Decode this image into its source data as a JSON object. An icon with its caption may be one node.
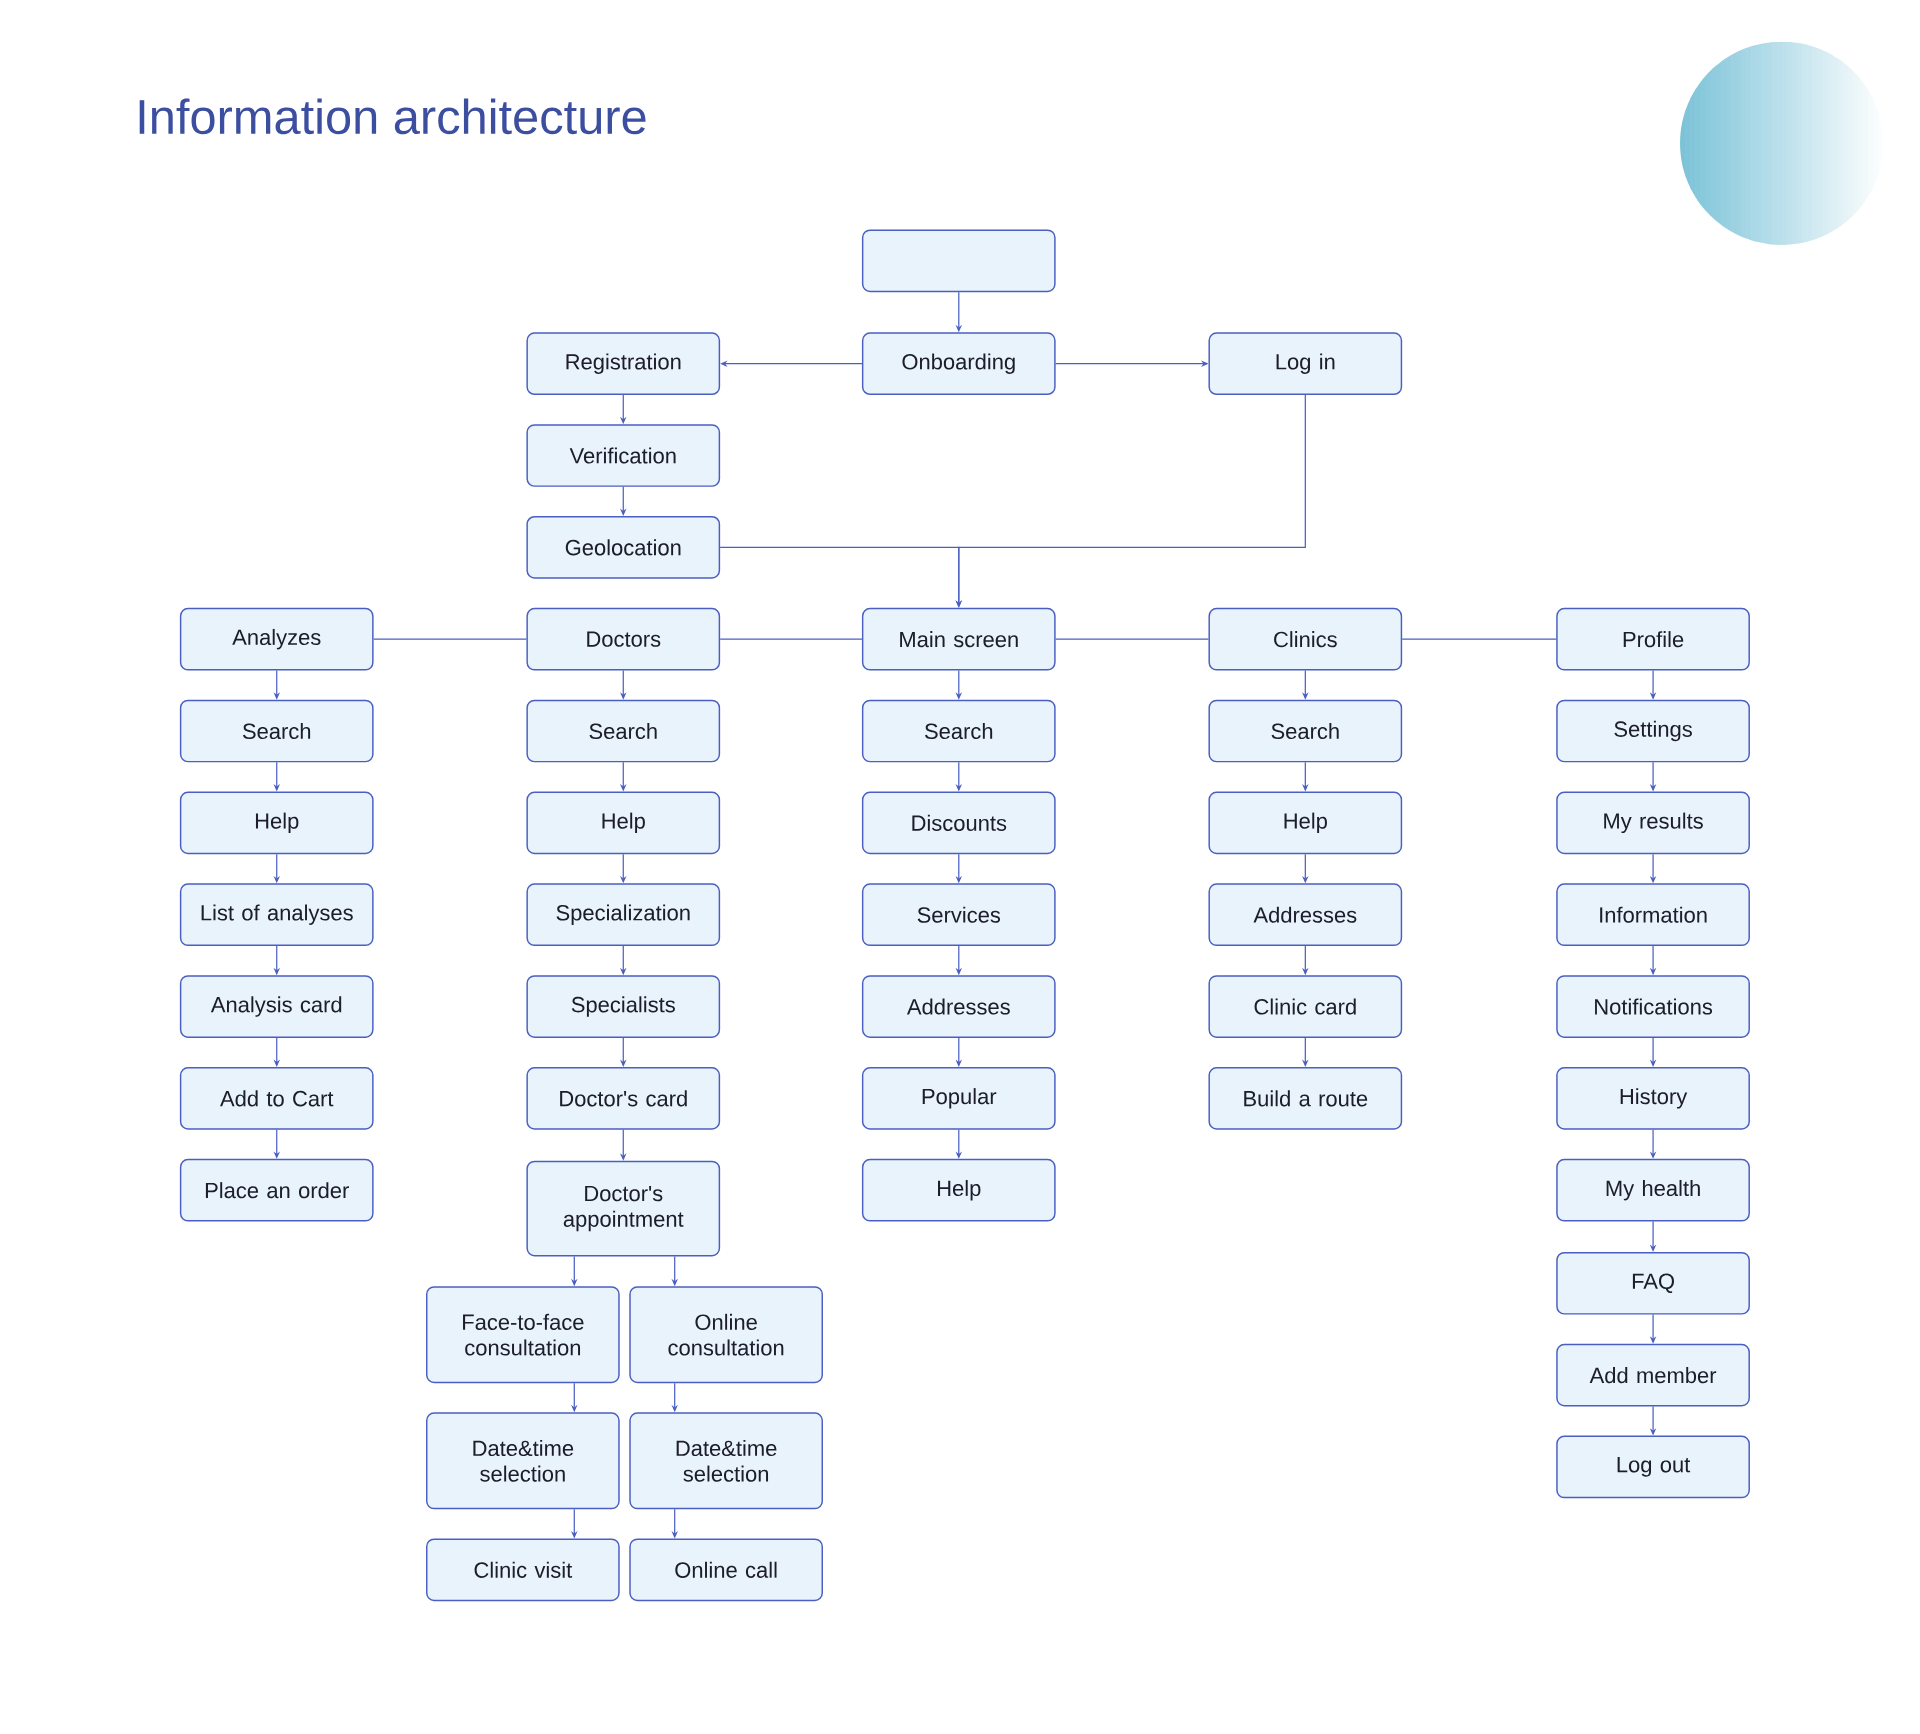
{
  "diagram": {
    "title": "Information architecture",
    "nodes": [
      {
        "text": [],
        "shape": "box"
      },
      {
        "text": [
          "Registration"
        ]
      },
      {
        "text": [
          "Onboarding"
        ]
      },
      {
        "text": [
          "Log in"
        ]
      },
      {
        "text": [
          "Verification"
        ]
      },
      {
        "text": [
          "Geolocation"
        ]
      },
      {
        "text": [
          "Analyzes"
        ]
      },
      {
        "text": [
          "Doctors"
        ]
      },
      {
        "text": [
          "Main screen"
        ]
      },
      {
        "text": [
          "Clinics"
        ]
      },
      {
        "text": [
          "Profile"
        ]
      },
      {
        "text": [
          "Search"
        ]
      },
      {
        "text": [
          "Help"
        ]
      },
      {
        "text": [
          "List of analyses"
        ]
      },
      {
        "text": [
          "Analysis card"
        ]
      },
      {
        "text": [
          "Add to Cart"
        ]
      },
      {
        "text": [
          "Place an order"
        ]
      },
      {
        "text": [
          "Search"
        ]
      },
      {
        "text": [
          "Help"
        ]
      },
      {
        "text": [
          "Specialization"
        ]
      },
      {
        "text": [
          "Specialists"
        ]
      },
      {
        "text": [
          "Doctor's card"
        ]
      },
      {
        "text": [
          "Doctor's appointment"
        ]
      },
      {
        "text": [
          "Face-to-face consultation"
        ]
      },
      {
        "text": [
          "Online consultation"
        ]
      },
      {
        "text": [
          "Date&time selection"
        ]
      },
      {
        "text": [
          "Date&time selection"
        ]
      },
      {
        "text": [
          "Clinic visit"
        ]
      },
      {
        "text": [
          "Online call"
        ]
      },
      {
        "text": [
          "Search"
        ]
      },
      {
        "text": [
          "Discounts"
        ]
      },
      {
        "text": [
          "Services"
        ]
      },
      {
        "text": [
          "Addresses"
        ]
      },
      {
        "text": [
          "Popular"
        ]
      },
      {
        "text": [
          "Help"
        ]
      },
      {
        "text": [
          "Search"
        ]
      },
      {
        "text": [
          "Help"
        ]
      },
      {
        "text": [
          "Addresses"
        ]
      },
      {
        "text": [
          "Clinic card"
        ]
      },
      {
        "text": [
          "Build a route"
        ]
      },
      {
        "text": [
          "Settings"
        ]
      },
      {
        "text": [
          "My results"
        ]
      },
      {
        "text": [
          "Information"
        ]
      },
      {
        "text": [
          "Notifications"
        ]
      },
      {
        "text": [
          "History"
        ]
      },
      {
        "text": [
          "My health"
        ]
      },
      {
        "text": [
          "FAQ"
        ]
      },
      {
        "text": [
          "Add member"
        ]
      },
      {
        "text": [
          "Log out"
        ]
      }
    ],
    "edges": [
      {
        "from": 0,
        "to": 2,
        "arrow": "to"
      },
      {
        "from": 2,
        "to": 1,
        "arrow": "to"
      },
      {
        "from": 2,
        "to": 3,
        "arrow": "to"
      },
      {
        "from": 1,
        "to": 4,
        "arrow": "to"
      },
      {
        "from": 4,
        "to": 5,
        "arrow": "to"
      },
      {
        "from": 5,
        "to": 8,
        "arrow": "to"
      },
      {
        "from": 3,
        "to": 8,
        "arrow": "to"
      },
      {
        "from": 8,
        "to": 7,
        "arrow": "none"
      },
      {
        "from": 7,
        "to": 6,
        "arrow": "none"
      },
      {
        "from": 8,
        "to": 9,
        "arrow": "none"
      },
      {
        "from": 9,
        "to": 10,
        "arrow": "none"
      },
      {
        "from": 6,
        "to": 11,
        "arrow": "to"
      },
      {
        "from": 11,
        "to": 12,
        "arrow": "to"
      },
      {
        "from": 12,
        "to": 13,
        "arrow": "to"
      },
      {
        "from": 13,
        "to": 14,
        "arrow": "to"
      },
      {
        "from": 14,
        "to": 15,
        "arrow": "to"
      },
      {
        "from": 15,
        "to": 16,
        "arrow": "to"
      },
      {
        "from": 7,
        "to": 17,
        "arrow": "to"
      },
      {
        "from": 17,
        "to": 18,
        "arrow": "to"
      },
      {
        "from": 18,
        "to": 19,
        "arrow": "to"
      },
      {
        "from": 19,
        "to": 20,
        "arrow": "to"
      },
      {
        "from": 20,
        "to": 21,
        "arrow": "to"
      },
      {
        "from": 21,
        "to": 22,
        "arrow": "to"
      },
      {
        "from": 22,
        "to": 23,
        "arrow": "to"
      },
      {
        "from": 22,
        "to": 24,
        "arrow": "to"
      },
      {
        "from": 23,
        "to": 25,
        "arrow": "to"
      },
      {
        "from": 24,
        "to": 26,
        "arrow": "to"
      },
      {
        "from": 25,
        "to": 27,
        "arrow": "to"
      },
      {
        "from": 26,
        "to": 28,
        "arrow": "to"
      },
      {
        "from": 8,
        "to": 29,
        "arrow": "to"
      },
      {
        "from": 29,
        "to": 30,
        "arrow": "to"
      },
      {
        "from": 30,
        "to": 31,
        "arrow": "to"
      },
      {
        "from": 31,
        "to": 32,
        "arrow": "to"
      },
      {
        "from": 32,
        "to": 33,
        "arrow": "to"
      },
      {
        "from": 33,
        "to": 34,
        "arrow": "to"
      },
      {
        "from": 9,
        "to": 35,
        "arrow": "to"
      },
      {
        "from": 35,
        "to": 36,
        "arrow": "to"
      },
      {
        "from": 36,
        "to": 37,
        "arrow": "to"
      },
      {
        "from": 37,
        "to": 38,
        "arrow": "to"
      },
      {
        "from": 38,
        "to": 39,
        "arrow": "to"
      },
      {
        "from": 10,
        "to": 40,
        "arrow": "to"
      },
      {
        "from": 40,
        "to": 41,
        "arrow": "to"
      },
      {
        "from": 41,
        "to": 42,
        "arrow": "to"
      },
      {
        "from": 42,
        "to": 43,
        "arrow": "to"
      },
      {
        "from": 43,
        "to": 44,
        "arrow": "to"
      },
      {
        "from": 44,
        "to": 45,
        "arrow": "to"
      },
      {
        "from": 45,
        "to": 46,
        "arrow": "to"
      },
      {
        "from": 46,
        "to": 47,
        "arrow": "to"
      },
      {
        "from": 47,
        "to": 48,
        "arrow": "to"
      }
    ]
  }
}
